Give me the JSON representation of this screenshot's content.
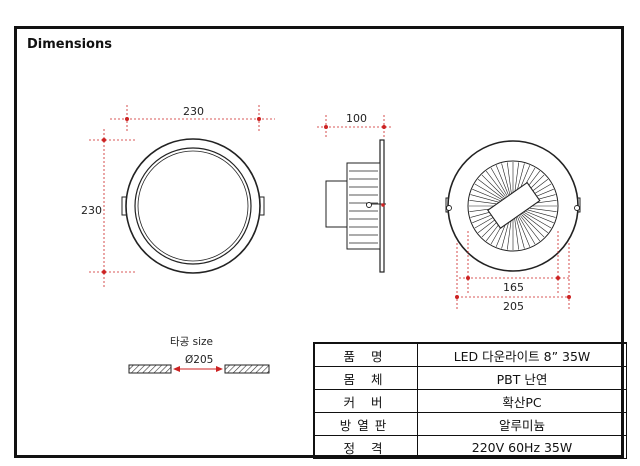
{
  "header": {
    "title": "Dimensions"
  },
  "front_view": {
    "width_label": "230",
    "height_label": "230"
  },
  "side_view": {
    "depth_label": "100"
  },
  "back_view": {
    "inner_label": "165",
    "outer_label": "205"
  },
  "cutout": {
    "caption": "타공 size",
    "diameter_label": "Ø205"
  },
  "spec": {
    "rows": [
      {
        "key": "품 명",
        "value": "LED 다운라이트 8” 35W"
      },
      {
        "key": "몸 체",
        "value": "PBT 난연"
      },
      {
        "key": "커 버",
        "value": "확산PC"
      },
      {
        "key": "방열판",
        "value": "알루미늄"
      },
      {
        "key": "정 격",
        "value": "220V 60Hz 35W"
      }
    ]
  },
  "colors": {
    "frame": "#111111",
    "dimension": "#cc2222",
    "line": "#222222"
  }
}
